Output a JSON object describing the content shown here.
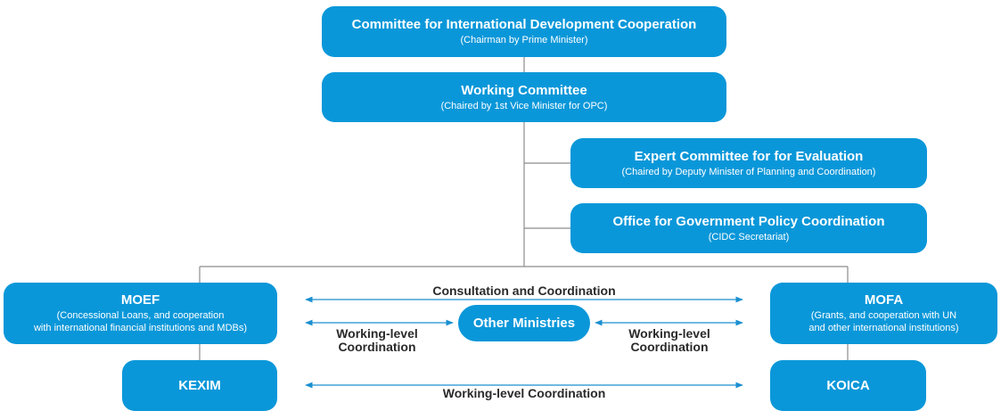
{
  "committee": {
    "title": "Committee for International Development Cooperation",
    "subtitle": "(Chairman by Prime Minister)"
  },
  "working_committee": {
    "title": "Working Committee",
    "subtitle": "(Chaired by 1st Vice Minister for OPC)"
  },
  "expert_committee": {
    "title": "Expert Committee for for Evaluation",
    "subtitle": "(Chaired by Deputy Minister of Planning and Coordination)"
  },
  "office": {
    "title": "Office for Government Policy Coordination",
    "subtitle": "(CIDC Secretariat)"
  },
  "moef": {
    "title": "MOEF",
    "subtitle_line1": "(Concessional Loans, and cooperation",
    "subtitle_line2": "with international financial institutions and MDBs)"
  },
  "mofa": {
    "title": "MOFA",
    "subtitle_line1": "(Grants, and cooperation with UN",
    "subtitle_line2": "and other international institutions)"
  },
  "other_ministries": {
    "title": "Other Ministries"
  },
  "kexim": {
    "title": "KEXIM"
  },
  "koica": {
    "title": "KOICA"
  },
  "labels": {
    "consultation": "Consultation and Coordination",
    "working_level_left_line1": "Working-level",
    "working_level_left_line2": "Coordination",
    "working_level_right_line1": "Working-level",
    "working_level_right_line2": "Coordination",
    "working_level_bottom": "Working-level Coordination"
  },
  "colors": {
    "box": "#0a97d9",
    "line": "#8c8c8c",
    "arrow": "#1a8fd0"
  }
}
